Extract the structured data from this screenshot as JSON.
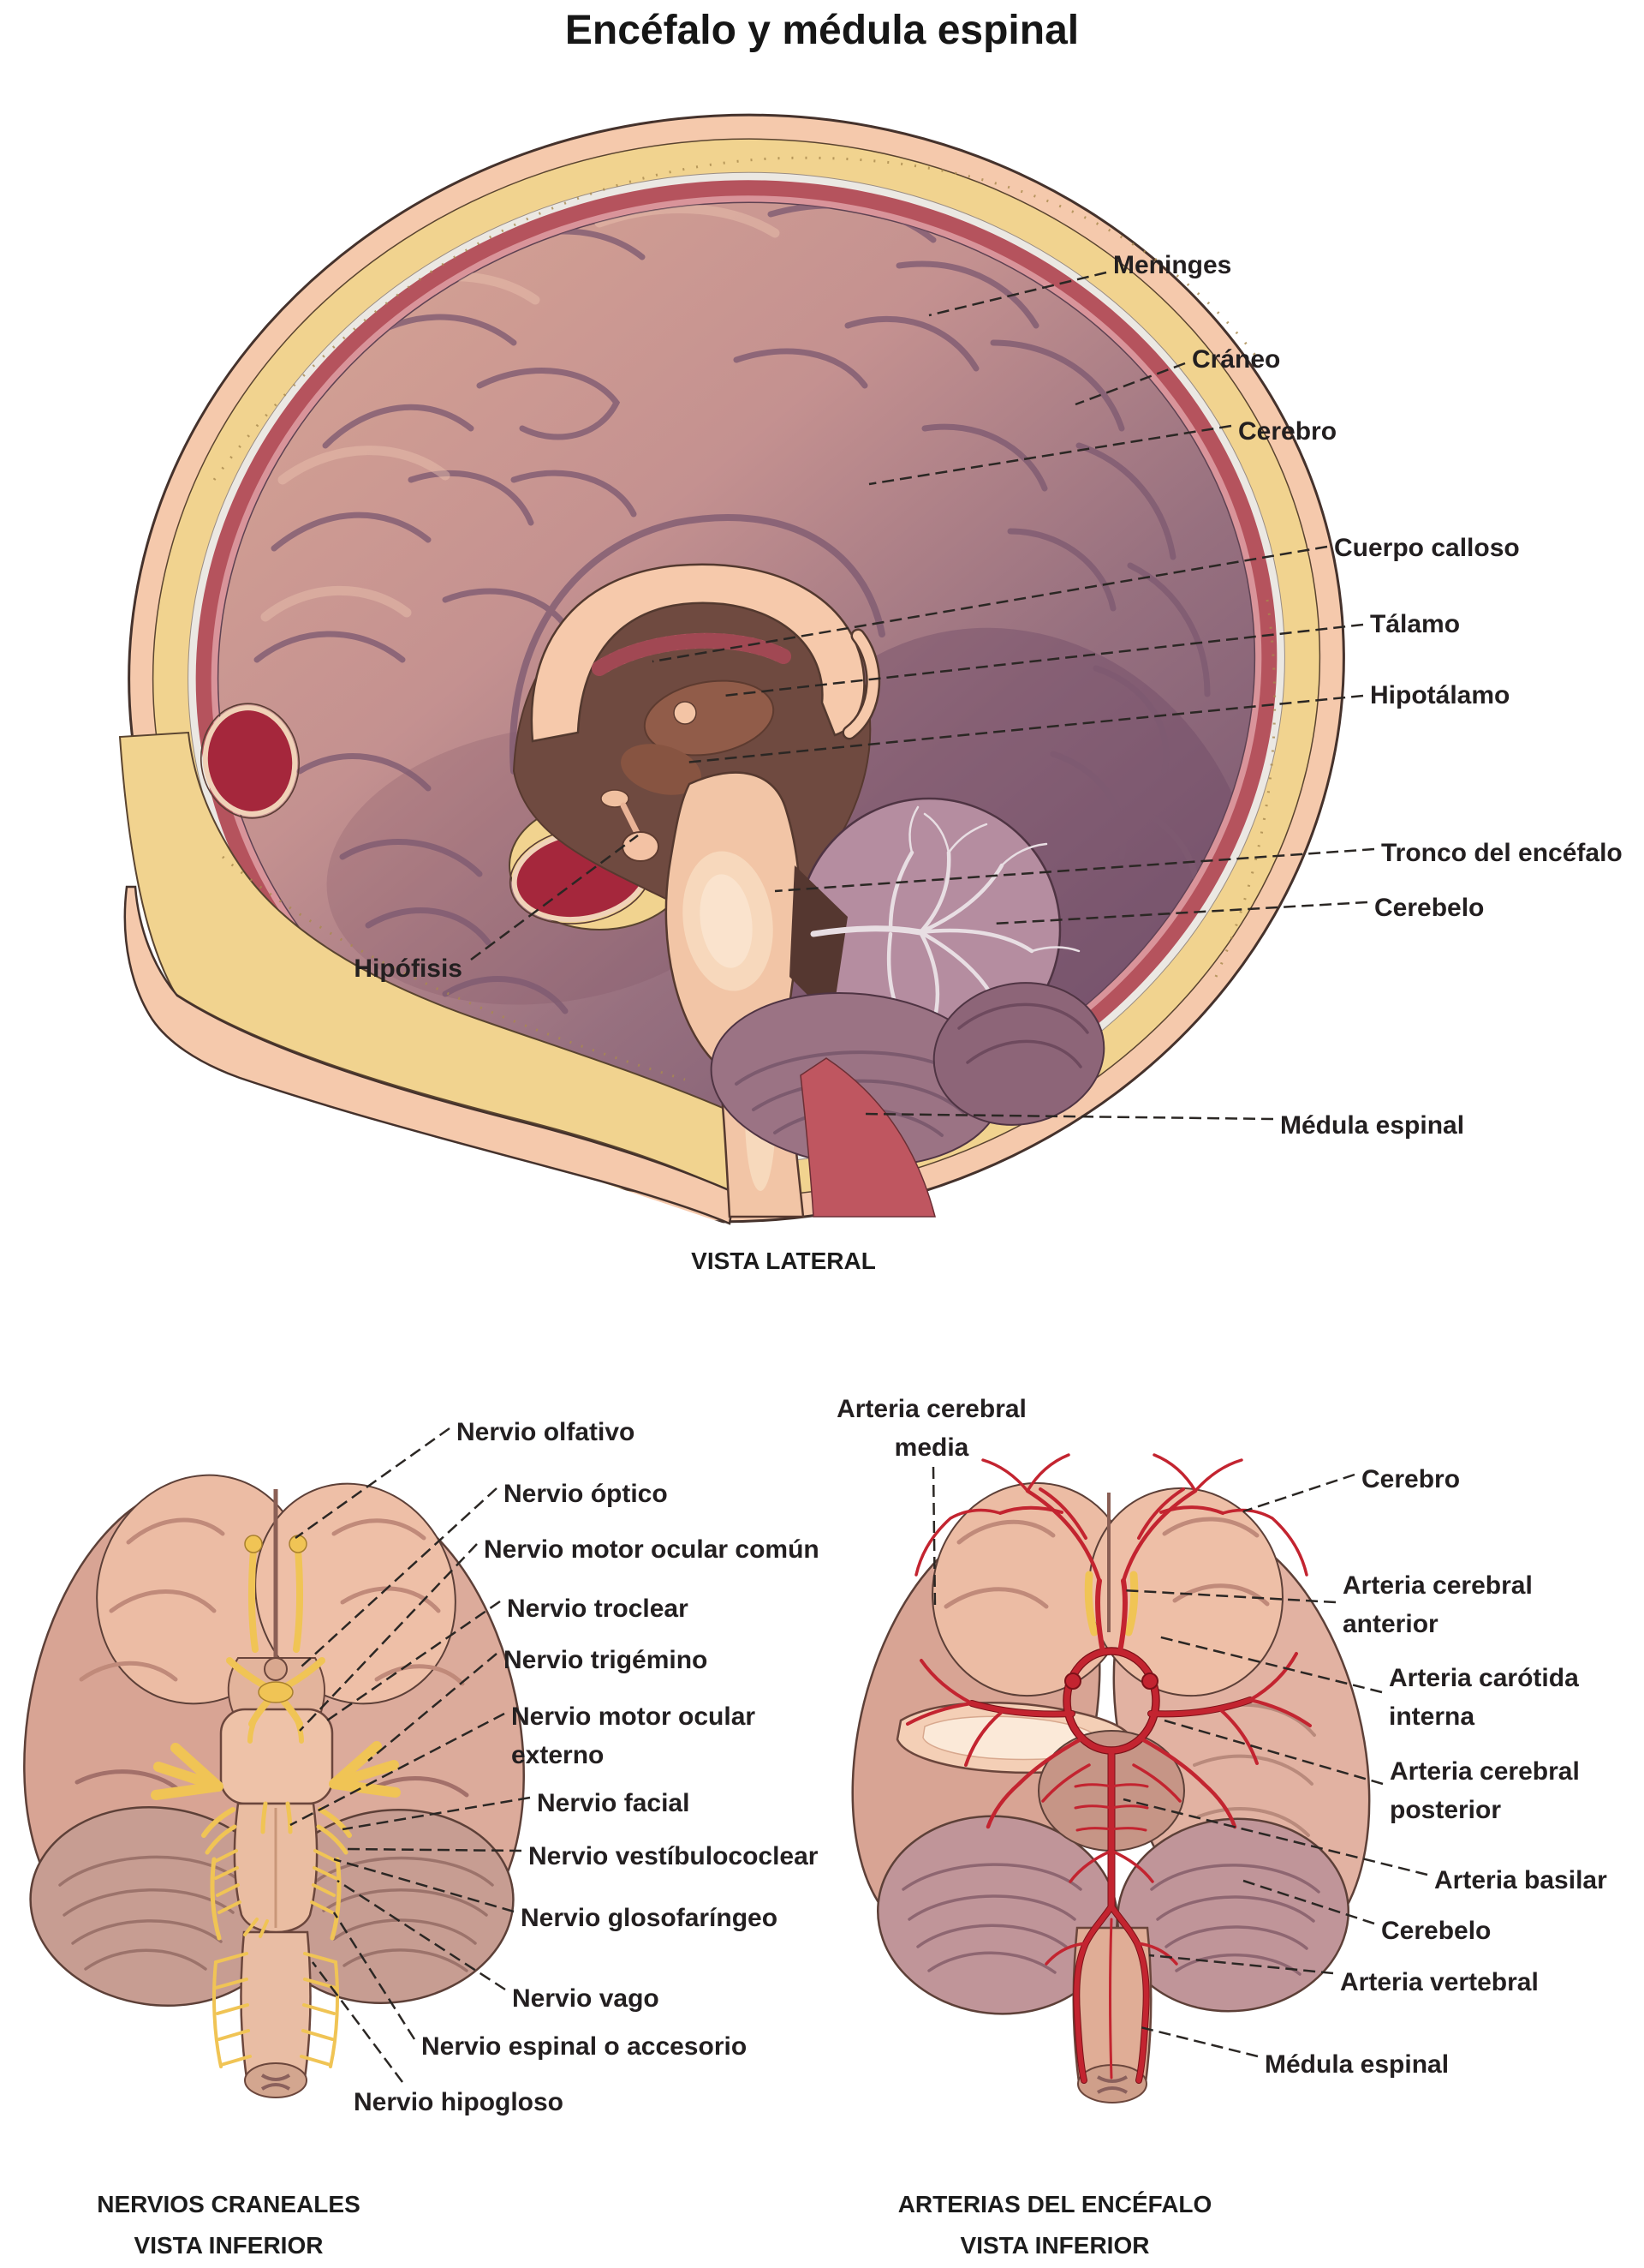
{
  "title": "Encéfalo y médula espinal",
  "lateral": {
    "caption": "VISTA LATERAL",
    "labels": {
      "meninges": "Meninges",
      "craneo": "Cráneo",
      "cerebro": "Cerebro",
      "cuerpo_calloso": "Cuerpo calloso",
      "talamo": "Tálamo",
      "hipotalamo": "Hipotálamo",
      "tronco": "Tronco del encéfalo",
      "cerebelo": "Cerebelo",
      "hipofisis": "Hipófisis",
      "medula": "Médula espinal"
    }
  },
  "nervios": {
    "caption": "NERVIOS CRANEALES\nVISTA INFERIOR",
    "labels": {
      "olfativo": "Nervio olfativo",
      "optico": "Nervio óptico",
      "motor_ocular_comun": "Nervio motor ocular común",
      "troclear": "Nervio troclear",
      "trigemino": "Nervio trigémino",
      "motor_ocular_externo": "Nervio motor ocular\nexterno",
      "facial": "Nervio facial",
      "vestibulococlear": "Nervio vestíbulococlear",
      "glosofaringeo": "Nervio glosofaríngeo",
      "vago": "Nervio vago",
      "espinal": "Nervio espinal o accesorio",
      "hipogloso": "Nervio hipogloso"
    }
  },
  "arterias": {
    "caption": "ARTERIAS DEL ENCÉFALO\nVISTA INFERIOR",
    "labels": {
      "media": "Arteria cerebral\nmedia",
      "cerebro": "Cerebro",
      "anterior": "Arteria cerebral\nanterior",
      "carotida": "Arteria carótida\ninterna",
      "posterior": "Arteria cerebral\nposterior",
      "basilar": "Arteria basilar",
      "cerebelo": "Cerebelo",
      "vertebral": "Arteria vertebral",
      "medula": "Médula espinal"
    }
  },
  "colors": {
    "skin": "#f5c9ac",
    "bone": "#f1d38f",
    "meninges_red": "#b5535d",
    "cortex_light": "#d6a292",
    "cortex_dark": "#7d5a72",
    "inner_brown": "#6f4a40",
    "structure_pink": "#f2c5a6",
    "cerebellum": "#b58da0",
    "nerve_yellow": "#f0c455",
    "artery_red": "#c32430",
    "blood_dark": "#a5273c",
    "ink": "#231f20"
  }
}
